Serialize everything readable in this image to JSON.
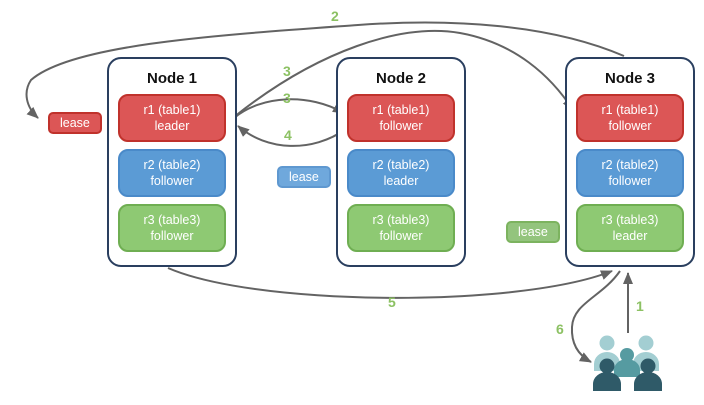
{
  "nodes": [
    {
      "title": "Node 1",
      "replicas": [
        {
          "name": "r1 (table1)",
          "role": "leader",
          "color": "#dc5656"
        },
        {
          "name": "r2 (table2)",
          "role": "follower",
          "color": "#5b9bd5"
        },
        {
          "name": "r3 (table3)",
          "role": "follower",
          "color": "#8ec973"
        }
      ]
    },
    {
      "title": "Node 2",
      "replicas": [
        {
          "name": "r1 (table1)",
          "role": "follower",
          "color": "#dc5656"
        },
        {
          "name": "r2 (table2)",
          "role": "leader",
          "color": "#5b9bd5"
        },
        {
          "name": "r3 (table3)",
          "role": "follower",
          "color": "#8ec973"
        }
      ]
    },
    {
      "title": "Node 3",
      "replicas": [
        {
          "name": "r1 (table1)",
          "role": "follower",
          "color": "#dc5656"
        },
        {
          "name": "r2 (table2)",
          "role": "follower",
          "color": "#5b9bd5"
        },
        {
          "name": "r3 (table3)",
          "role": "leader",
          "color": "#8ec973"
        }
      ]
    }
  ],
  "leases": [
    {
      "label": "lease",
      "color": "#dc5656"
    },
    {
      "label": "lease",
      "color": "#6fa8dc"
    },
    {
      "label": "lease",
      "color": "#93c47d"
    }
  ],
  "arrows": [
    {
      "step": "1",
      "from": "users",
      "to": "node3-r3-leader"
    },
    {
      "step": "2",
      "from": "node3",
      "to": "lease-red"
    },
    {
      "step": "3",
      "from": "node1-r1-leader",
      "to": "node3-r1-follower"
    },
    {
      "step": "3",
      "from": "node1-r1-leader",
      "to": "node2-r1-follower"
    },
    {
      "step": "4",
      "from": "node2-r1-follower",
      "to": "node1-r1-leader"
    },
    {
      "step": "5",
      "from": "node1",
      "to": "node3"
    },
    {
      "step": "6",
      "from": "node3-r3-leader",
      "to": "users"
    }
  ],
  "colors": {
    "node_border": "#2a3f5f",
    "arrow": "#636363",
    "step_label": "#8cc163",
    "users_light": "#a3ced2",
    "users_mid": "#569ba1",
    "users_dark": "#2f5a68"
  },
  "icons": {
    "users": "users-icon"
  }
}
